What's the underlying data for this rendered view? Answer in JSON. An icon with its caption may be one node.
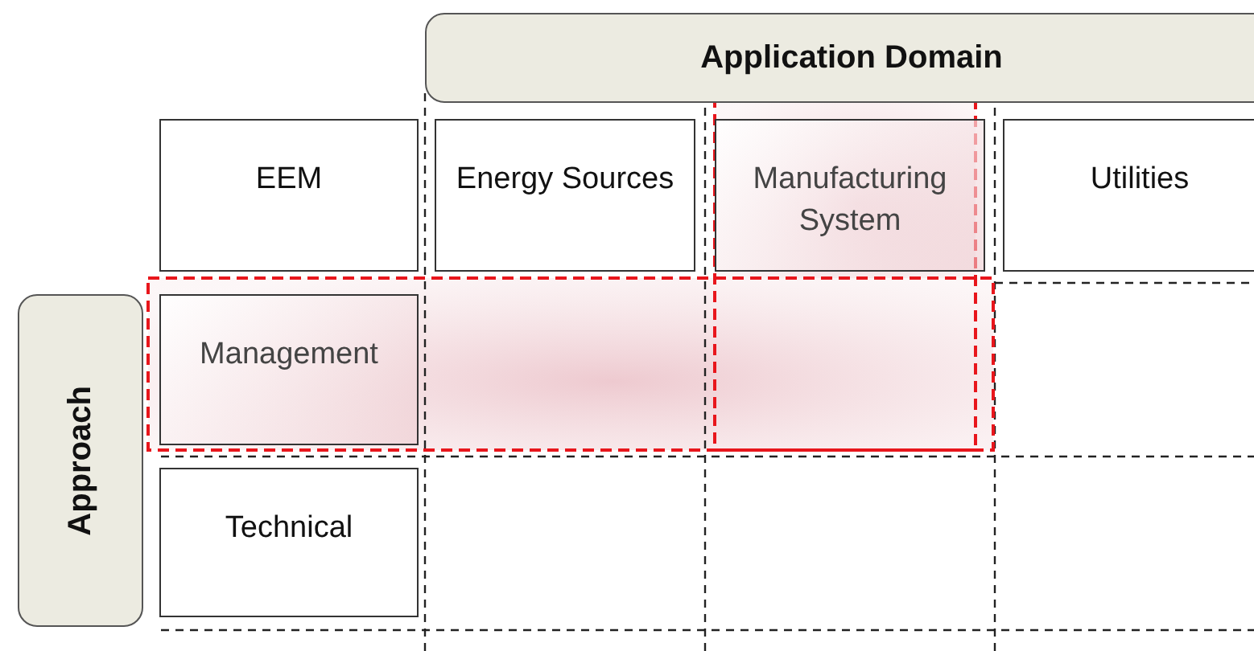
{
  "diagram": {
    "nodes": [
      {
        "text": [
          "Application Domain"
        ]
      },
      {
        "text": [
          "EEM"
        ]
      },
      {
        "text": [
          "Energy Sources"
        ]
      },
      {
        "text": [
          "Manufacturing System"
        ]
      },
      {
        "text": [
          "Utilities"
        ]
      },
      {
        "text": [
          "Approach"
        ]
      },
      {
        "text": [
          "Management"
        ]
      },
      {
        "text": [
          "Technical"
        ]
      }
    ]
  }
}
